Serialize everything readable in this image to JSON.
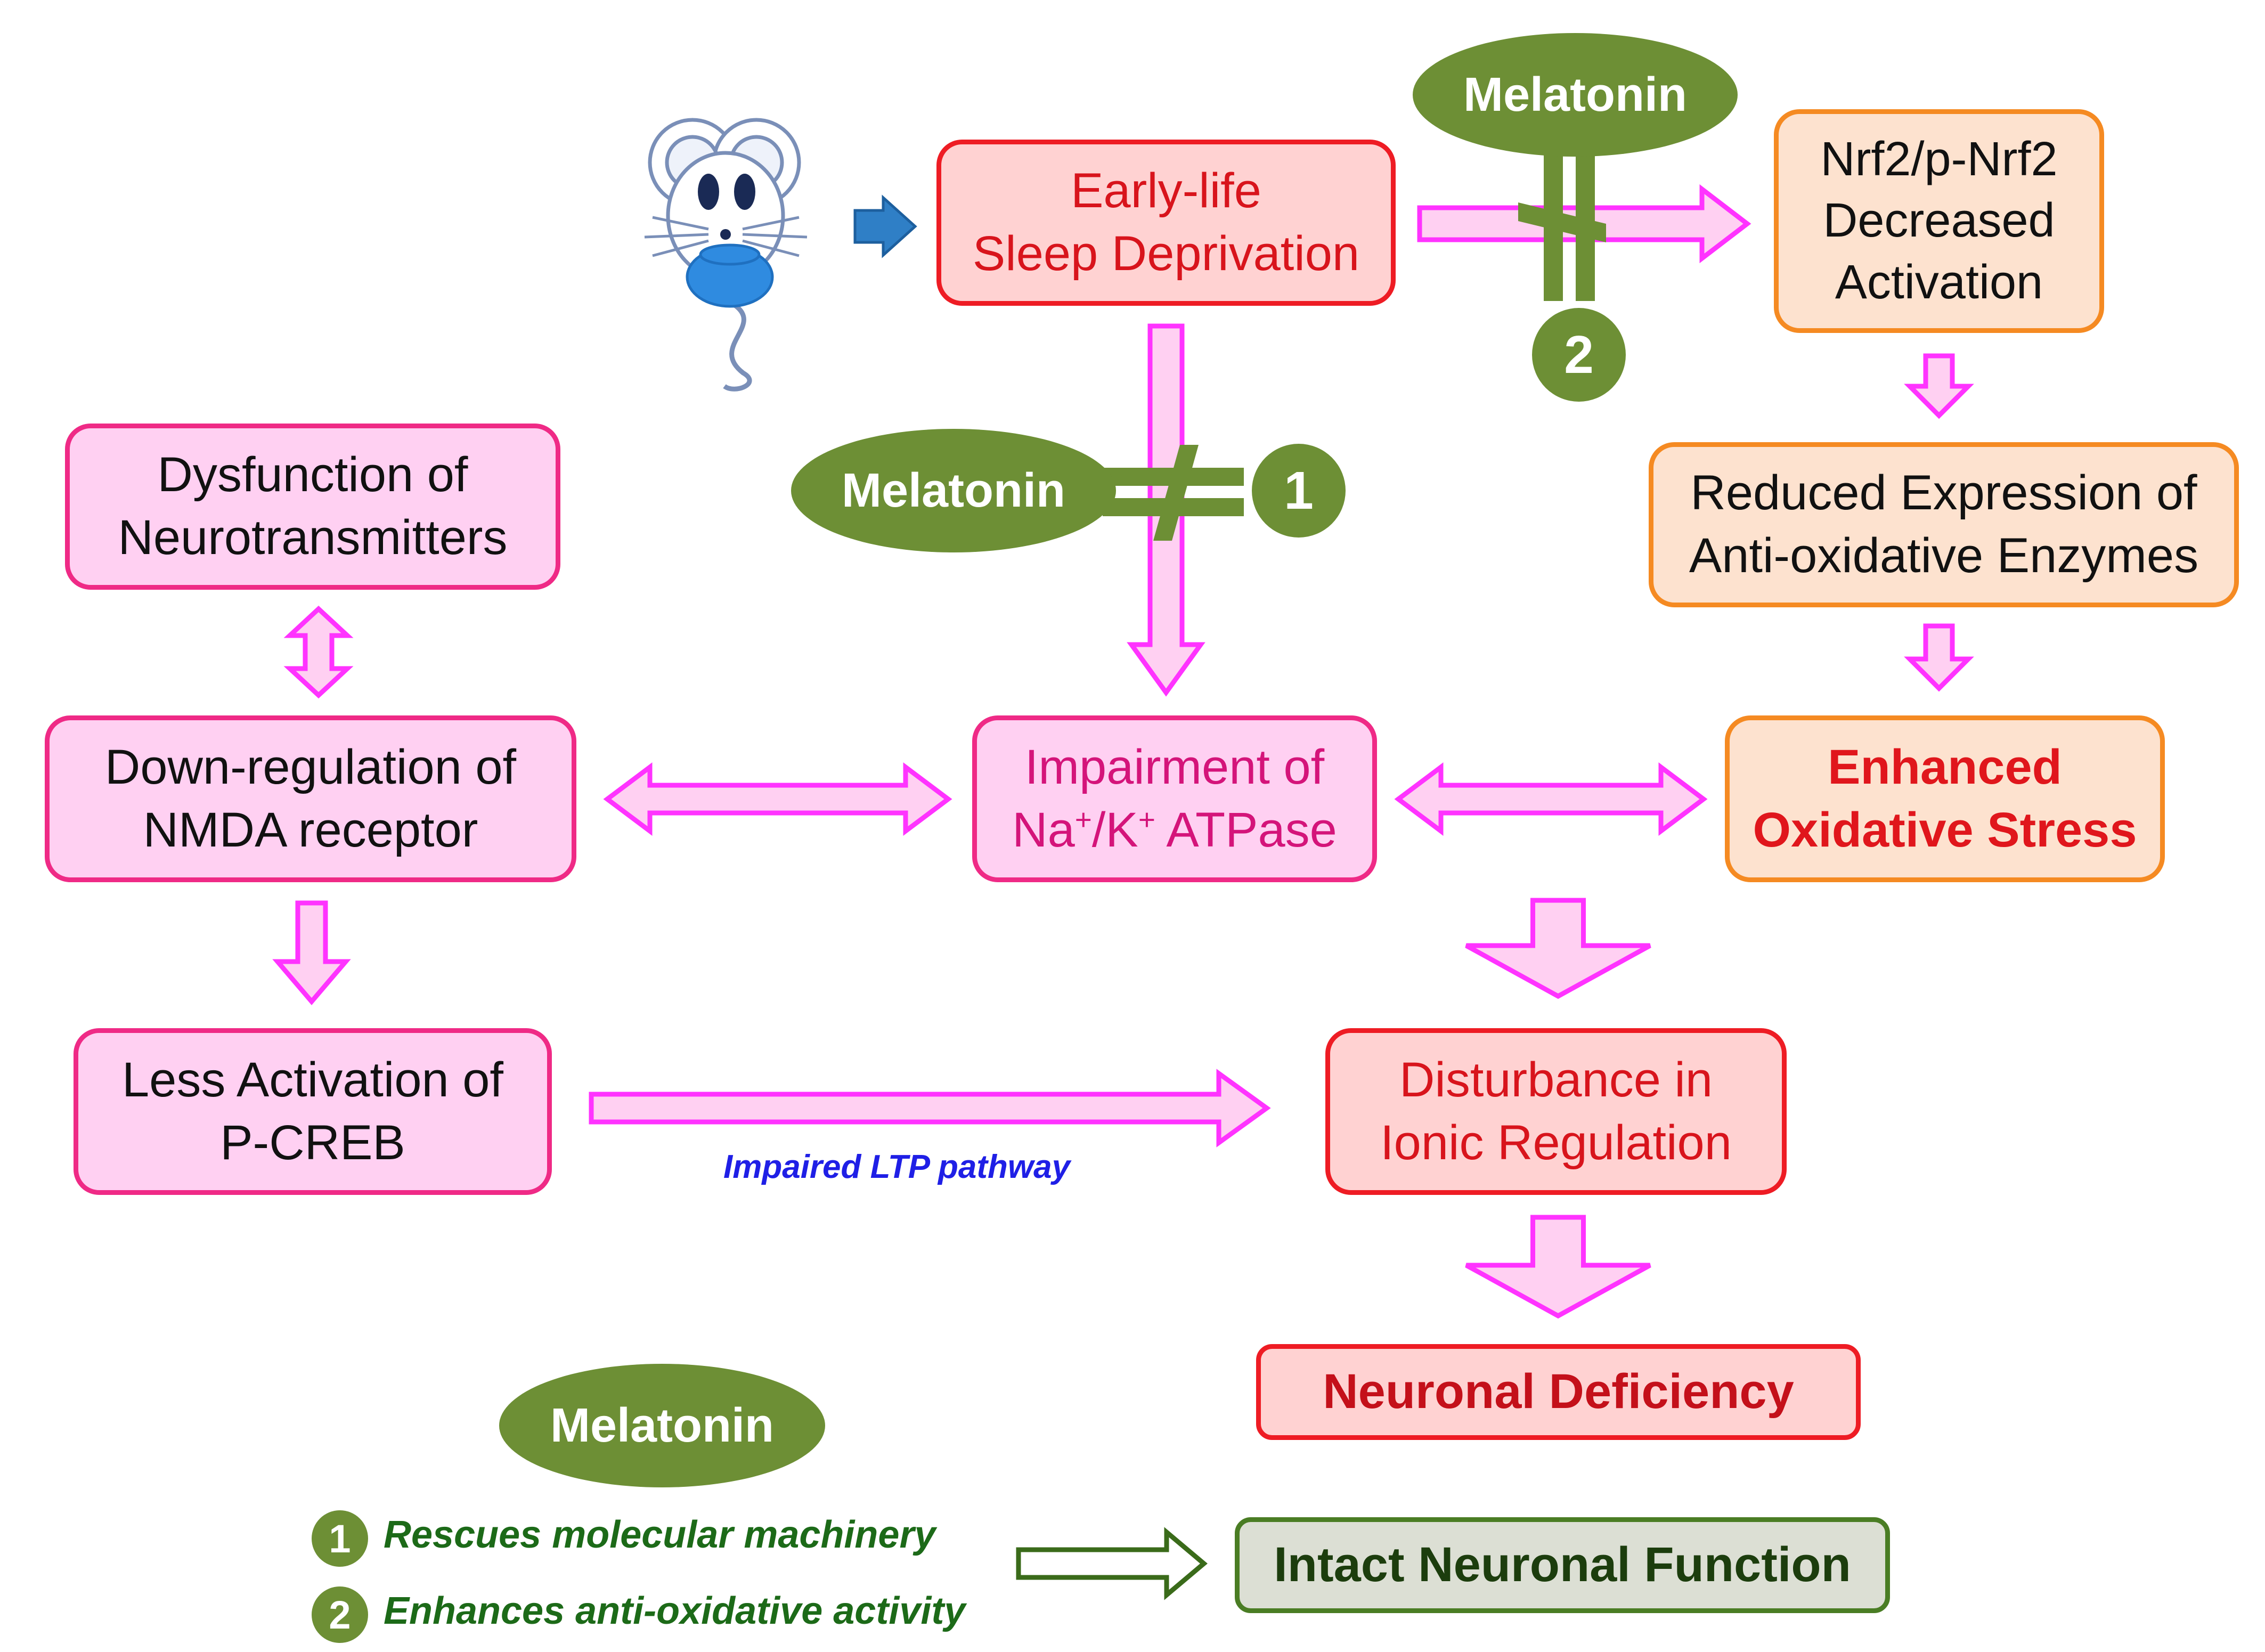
{
  "boxes": {
    "early_life": [
      "Early-life",
      "Sleep Deprivation"
    ],
    "nrf2": [
      "Nrf2/p-Nrf2",
      "Decreased",
      "Activation"
    ],
    "reduced_expression": [
      "Reduced Expression of",
      "Anti-oxidative Enzymes"
    ],
    "dysfunction": [
      "Dysfunction of",
      "Neurotransmitters"
    ],
    "down_regulation": [
      "Down-regulation of",
      "NMDA receptor"
    ],
    "impairment": {
      "line1": "Impairment of",
      "na": "Na",
      "plus1": "+",
      "slash_k": "/K",
      "plus2": "+",
      "atpase": " ATPase"
    },
    "enhanced_stress": [
      "Enhanced",
      "Oxidative Stress"
    ],
    "less_activation": [
      "Less Activation of",
      "P-CREB"
    ],
    "disturbance": [
      "Disturbance in",
      "Ionic Regulation"
    ],
    "neuronal_deficiency": "Neuronal Deficiency",
    "intact_function": "Intact Neuronal Function"
  },
  "melatonin_labels": {
    "top": "Melatonin",
    "middle": "Melatonin",
    "legend": "Melatonin"
  },
  "numbers": {
    "one": "1",
    "two": "2"
  },
  "ltp_label": "Impaired LTP pathway",
  "legend": [
    {
      "num": "1",
      "text": "Rescues molecular machinery"
    },
    {
      "num": "2",
      "text": "Enhances anti-oxidative activity"
    }
  ],
  "colors": {
    "arrow_fill": "#ffd0f2",
    "arrow_stroke": "#ff33ff",
    "melatonin_green": "#6d8f35",
    "mouse_blue": "#2f8be0"
  }
}
